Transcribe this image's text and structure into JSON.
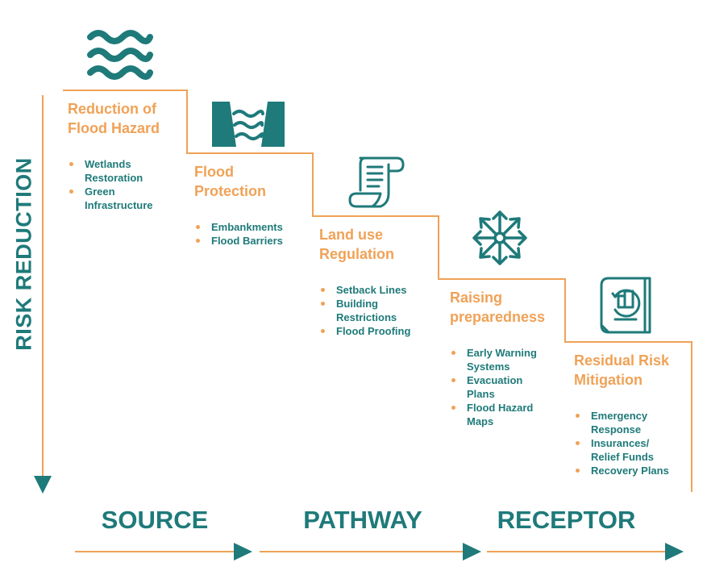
{
  "axis": {
    "vertical_label": "RISK REDUCTION"
  },
  "steps": [
    {
      "title": "Reduction of\nFlood Hazard",
      "icon": "waves-icon",
      "items": [
        "Wetlands\nRestoration",
        "Green\nInfrastructure"
      ]
    },
    {
      "title": "Flood\nProtection",
      "icon": "dam-icon",
      "items": [
        "Embankments",
        "Flood Barriers"
      ]
    },
    {
      "title": "Land use\nRegulation",
      "icon": "scroll-icon",
      "items": [
        "Setback Lines",
        "Building\nRestrictions",
        "Flood Proofing"
      ]
    },
    {
      "title": "Raising\npreparedness",
      "icon": "expand-arrows-icon",
      "items": [
        "Early Warning\nSystems",
        "Evacuation\nPlans",
        "Flood Hazard\nMaps"
      ]
    },
    {
      "title": "Residual Risk\nMitigation",
      "icon": "insurance-policy-icon",
      "items": [
        "Emergency\nResponse",
        "Insurances/\nRelief Funds",
        "Recovery Plans"
      ]
    }
  ],
  "stages": [
    "SOURCE",
    "PATHWAY",
    "RECEPTOR"
  ],
  "colors": {
    "teal": "#1f7a7a",
    "orange": "#f0a257"
  }
}
